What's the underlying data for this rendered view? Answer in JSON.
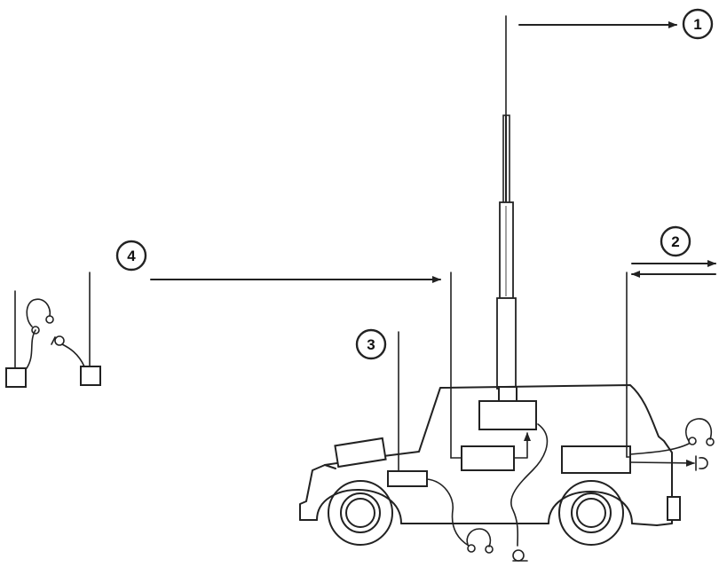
{
  "callouts": [
    {
      "id": "1",
      "label": "1"
    },
    {
      "id": "2",
      "label": "2"
    },
    {
      "id": "3",
      "label": "3"
    },
    {
      "id": "4",
      "label": "4"
    }
  ],
  "icons": {
    "vehicle": "vehicle-icon",
    "mast": "telescoping-mast-icon",
    "radio": "radio-set-icon",
    "headset": "headset-icon",
    "handset": "handset-icon",
    "manpack": "manpack-radio-icon"
  }
}
